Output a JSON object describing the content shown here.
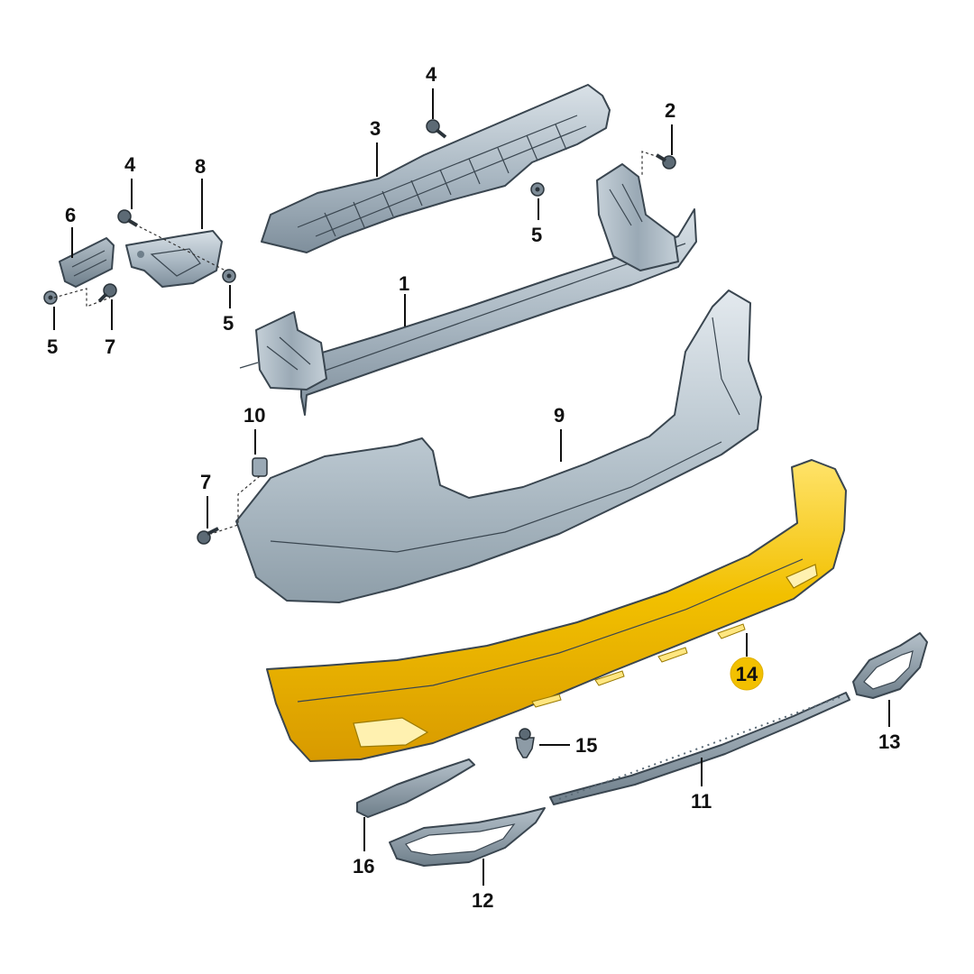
{
  "diagram": {
    "highlight_color": "#f2c000",
    "part_color": "#a8b6c1",
    "highlighted_part": "14",
    "callouts": {
      "p1": "1",
      "p2": "2",
      "p3": "3",
      "p4a": "4",
      "p4b": "4",
      "p5a": "5",
      "p5b": "5",
      "p5c": "5",
      "p6": "6",
      "p7a": "7",
      "p7b": "7",
      "p8": "8",
      "p9": "9",
      "p10": "10",
      "p11": "11",
      "p12": "12",
      "p13": "13",
      "p14": "14",
      "p15": "15",
      "p16": "16"
    }
  }
}
